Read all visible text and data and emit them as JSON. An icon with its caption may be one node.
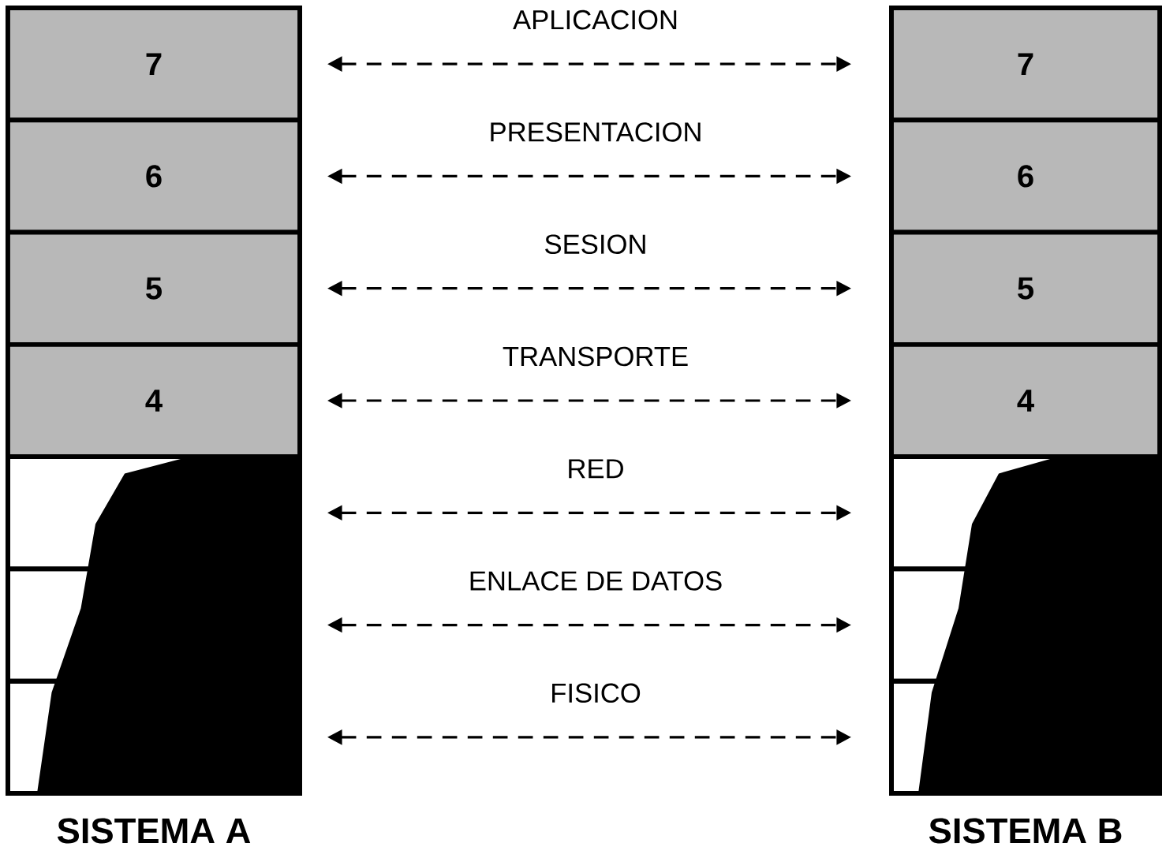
{
  "diagram": {
    "nodes": [
      {
        "text": [
          "SISTEMA A"
        ]
      },
      {
        "text": [
          "7"
        ],
        "in": 0
      },
      {
        "text": [
          "6"
        ],
        "in": 0
      },
      {
        "text": [
          "5"
        ],
        "in": 0
      },
      {
        "text": [
          "4"
        ],
        "in": 0
      },
      {
        "text": [],
        "shape": "box",
        "in": 0
      },
      {
        "text": [],
        "shape": "box",
        "in": 0
      },
      {
        "text": [],
        "shape": "box",
        "in": 0
      },
      {
        "text": [
          "SISTEMA B"
        ]
      },
      {
        "text": [
          "7"
        ],
        "in": 8
      },
      {
        "text": [
          "6"
        ],
        "in": 8
      },
      {
        "text": [
          "5"
        ],
        "in": 8
      },
      {
        "text": [
          "4"
        ],
        "in": 8
      },
      {
        "text": [],
        "shape": "box",
        "in": 8
      },
      {
        "text": [],
        "shape": "box",
        "in": 8
      },
      {
        "text": [],
        "shape": "box",
        "in": 8
      }
    ],
    "edges": [
      {
        "from": 1,
        "to": 9,
        "arrow": "both",
        "style": "dashed",
        "label": "APLICACION"
      },
      {
        "from": 2,
        "to": 10,
        "arrow": "both",
        "style": "dashed",
        "label": "PRESENTACION"
      },
      {
        "from": 3,
        "to": 11,
        "arrow": "both",
        "style": "dashed",
        "label": "SESION"
      },
      {
        "from": 4,
        "to": 12,
        "arrow": "both",
        "style": "dashed",
        "label": "TRANSPORTE"
      },
      {
        "from": 5,
        "to": 13,
        "arrow": "both",
        "style": "dashed",
        "label": "RED"
      },
      {
        "from": 6,
        "to": 14,
        "arrow": "both",
        "style": "dashed",
        "label": "ENLACE DE DATOS"
      },
      {
        "from": 7,
        "to": 15,
        "arrow": "both",
        "style": "dashed",
        "label": "FISICO"
      }
    ]
  }
}
